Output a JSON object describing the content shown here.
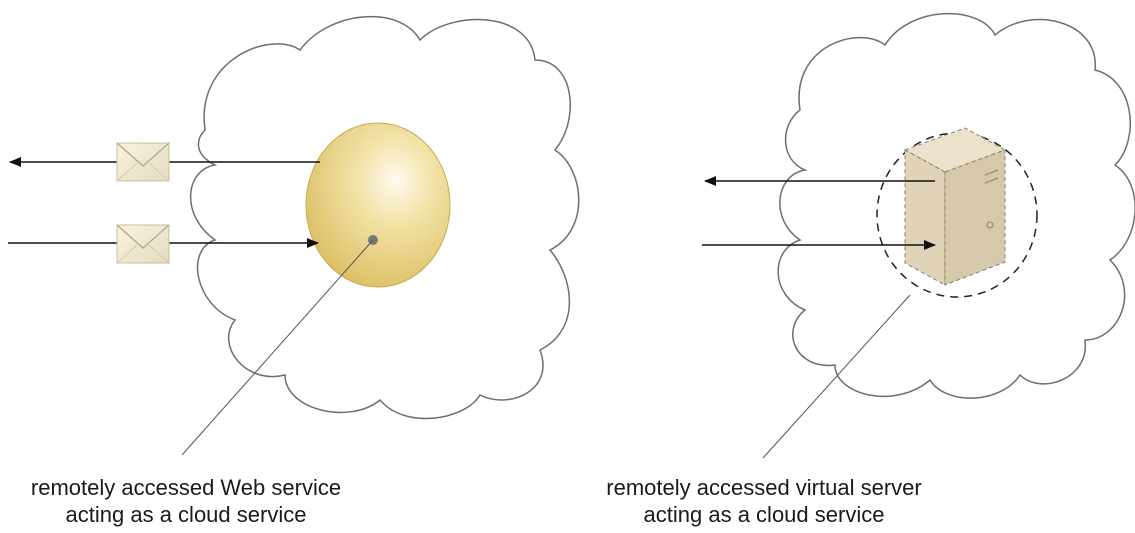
{
  "diagram": {
    "left_caption": {
      "line1": "remotely accessed Web service",
      "line2": "acting as a cloud service"
    },
    "right_caption": {
      "line1": "remotely accessed virtual server",
      "line2": "acting as a cloud service"
    }
  },
  "colors": {
    "line": "#111111",
    "cloud_outline": "#6e6e6e",
    "web_service_fill": "#e8d07a",
    "envelope_fill": "#efe8d2",
    "server_fill": "#e2d6be"
  }
}
